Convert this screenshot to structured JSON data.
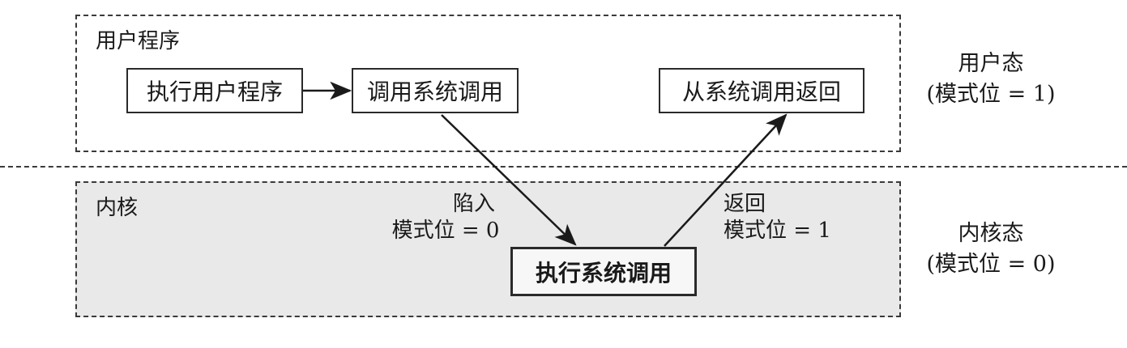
{
  "user_region": {
    "label": "用户程序"
  },
  "kernel_region": {
    "label": "内核"
  },
  "boxes": {
    "exec_user": "执行用户程序",
    "call_syscall": "调用系统调用",
    "return_syscall": "从系统调用返回",
    "exec_syscall": "执行系统调用"
  },
  "trap": {
    "title": "陷入",
    "mode": "模式位 = 0"
  },
  "return_edge": {
    "title": "返回",
    "mode": "模式位 = 1"
  },
  "user_mode": {
    "title": "用户态",
    "bit": "(模式位 = 1)"
  },
  "kernel_mode": {
    "title": "内核态",
    "bit": "(模式位 = 0)"
  }
}
